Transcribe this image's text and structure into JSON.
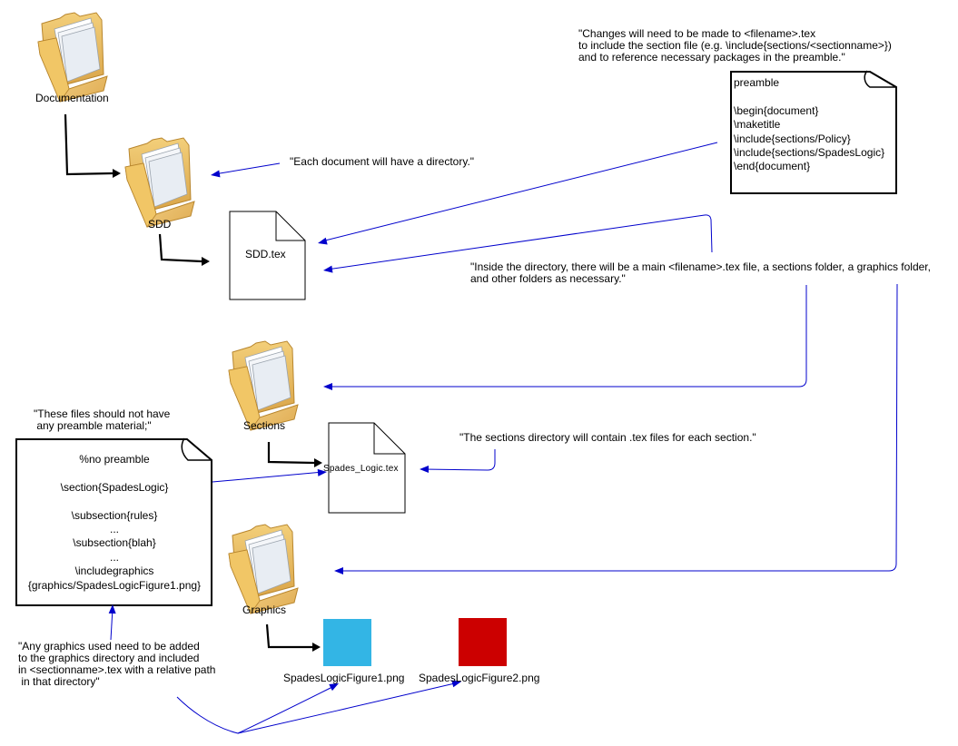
{
  "folders": {
    "documentation": "Documentation",
    "sdd": "SDD",
    "sections": "Sections",
    "graphics": "Graphics"
  },
  "files": {
    "sdd_tex": "SDD.tex",
    "spades_logic_tex": "Spades_Logic.tex"
  },
  "images": {
    "figure1": {
      "label": "SpadesLogicFigure1.png",
      "color": "#33b5e5"
    },
    "figure2": {
      "label": "SpadesLogicFigure2.png",
      "color": "#cc0000"
    }
  },
  "notes": {
    "directory": "\"Each document will have a directory.\"",
    "changes": "\"Changes will need to be made to <filename>.tex\nto include the section file (e.g. \\include{sections/<sectionname>})\nand to reference necessary packages in the preamble.\"",
    "inside": "\"Inside the directory, there will be a main <filename>.tex file, a sections folder, a graphics folder,\nand other folders as necessary.\"",
    "no_preamble": "\"These files should not have\n any preamble material;\"",
    "sections_dir": "\"The sections directory will contain .tex files for each section.\"",
    "graphics_note": "\"Any graphics used need to be added\nto the graphics directory and included\nin <sectionname>.tex with a relative path\n in that directory\""
  },
  "preamble_box": "preamble\n\n\\begin{document}\n\\maketitle\n\\include{sections/Policy}\n\\include{sections/SpadesLogic}\n\\end{document}",
  "section_box": "%no preamble\n\n\\section{SpadesLogic}\n\n\\subsection{rules}\n...\n\\subsection{blah}\n...\n\\includegraphics\n{graphics/SpadesLogicFigure1.png}",
  "colors": {
    "arrow_blue": "#0000cc",
    "connector_black": "#000000"
  }
}
